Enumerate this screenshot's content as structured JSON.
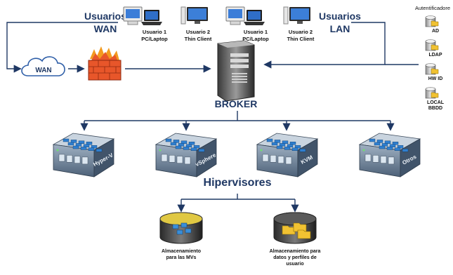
{
  "users_wan": {
    "line1": "Usuarios",
    "line2": "WAN"
  },
  "users_lan": {
    "line1": "Usuarios",
    "line2": "LAN"
  },
  "wan_clients": [
    {
      "line1": "Usuario 1",
      "line2": "PC/Laptop"
    },
    {
      "line1": "Usuario 2",
      "line2": "Thin Client"
    }
  ],
  "lan_clients": [
    {
      "line1": "Usuario 1",
      "line2": "PC/Laptop"
    },
    {
      "line1": "Usuario 2",
      "line2": "Thin Client"
    }
  ],
  "wan_cloud": "WAN",
  "broker": "BROKER",
  "auth": {
    "title": "Autentificadore",
    "items": [
      {
        "l1": "AD",
        "l2": ""
      },
      {
        "l1": "LDAP",
        "l2": ""
      },
      {
        "l1": "HW ID",
        "l2": ""
      },
      {
        "l1": "LOCAL",
        "l2": "BBDD"
      }
    ]
  },
  "hypervisors": {
    "title": "Hipervisores",
    "items": [
      "Hyper-V",
      "vSphere",
      "KVM",
      "Otros"
    ]
  },
  "storage": [
    {
      "lines": [
        "Almacenamiento",
        "para las MVs"
      ]
    },
    {
      "lines": [
        "Almacenamiento para",
        "datos y perfiles de",
        "usuario"
      ]
    }
  ],
  "colors": {
    "line": "#1f3864",
    "title": "#1f3864",
    "server": "#5b6f86",
    "fire": "#e8562a"
  }
}
